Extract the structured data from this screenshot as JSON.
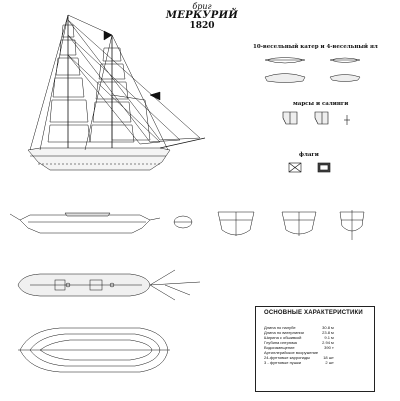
{
  "title": {
    "kind": "бриг",
    "name": "МЕРКУРИЙ",
    "year": "1820"
  },
  "labels": {
    "boats": "10-весельный катер и 4-весельный ял",
    "tops": "марсы и салинги",
    "flags": "флаги"
  },
  "specs": {
    "heading": "ОСНОВНЫЕ ХАРАКТЕРИСТИКИ",
    "rows": [
      {
        "name": "Длина по палубе",
        "value": "30.8 м"
      },
      {
        "name": "Длина по ватерлинии",
        "value": "23.8 м"
      },
      {
        "name": "Ширина с обшивкой",
        "value": "9.1 м"
      },
      {
        "name": "Глубина интрюма",
        "value": "2.94 м"
      },
      {
        "name": "Водоизмещение",
        "value": "390 т"
      },
      {
        "name": "Артиллерийское вооружение",
        "value": ""
      },
      {
        "name": "24-фунтовые карронады",
        "value": "18 шт"
      },
      {
        "name": "3 - фунтовые пушки",
        "value": "2 шт"
      }
    ]
  }
}
